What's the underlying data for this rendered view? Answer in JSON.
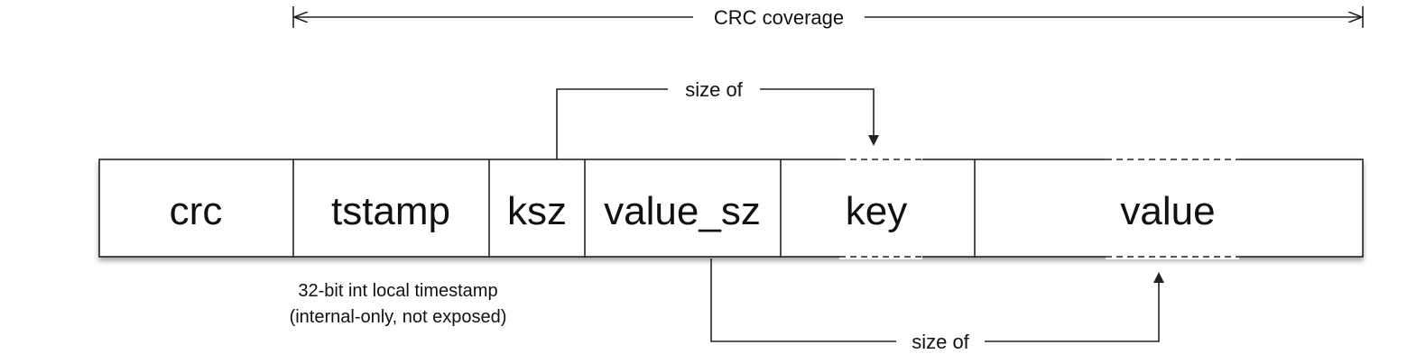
{
  "coverage": {
    "label": "CRC coverage"
  },
  "fields": [
    {
      "id": "crc",
      "label": "crc"
    },
    {
      "id": "tstamp",
      "label": "tstamp"
    },
    {
      "id": "ksz",
      "label": "ksz"
    },
    {
      "id": "value_sz",
      "label": "value_sz"
    },
    {
      "id": "key",
      "label": "key"
    },
    {
      "id": "value",
      "label": "value"
    }
  ],
  "annotations": {
    "ksz_to_key": "size of",
    "value_sz_to_value": "size of"
  },
  "tstamp_note": {
    "line1": "32-bit int local timestamp",
    "line2": "(internal-only, not exposed)"
  },
  "colors": {
    "stroke": "#222222",
    "text": "#111111",
    "background": "#ffffff"
  }
}
